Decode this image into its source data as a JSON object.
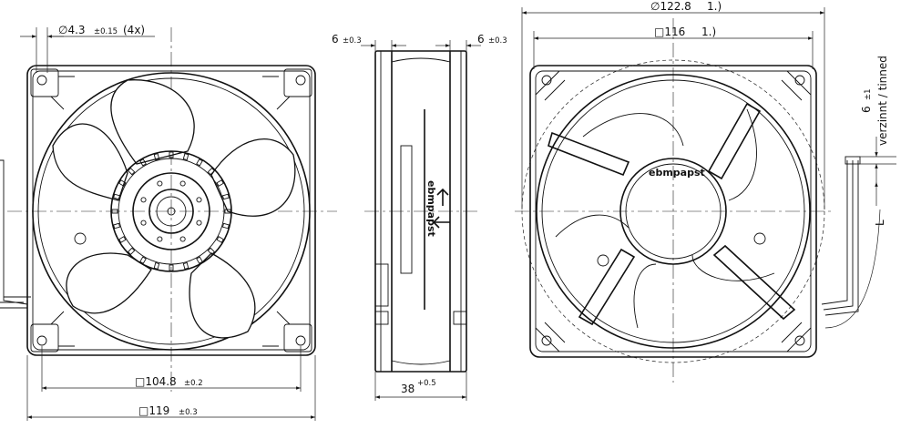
{
  "dimensions": {
    "hole_diameter": "∅4.3",
    "hole_tol": "±0.15",
    "hole_count": "(4x)",
    "hole_pitch": "□104.8",
    "hole_pitch_tol": "±0.2",
    "frame_size": "□119",
    "frame_size_tol": "±0.3",
    "side_left": "6",
    "side_left_tol": "±0.3",
    "side_right": "6",
    "side_right_tol": "±0.3",
    "depth": "38",
    "depth_tol": "+0.5",
    "guard_diameter": "∅122.8",
    "guard_note": "1.)",
    "guard_square": "□116",
    "guard_square_note": "1.)",
    "wire_strip": "6",
    "wire_strip_tol": "±1",
    "wire_finish": "verzinnt / tinned",
    "lead_length": "L"
  },
  "labels": {
    "brand_side": "ebmpapst",
    "brand_rear": "ebmpapst"
  }
}
